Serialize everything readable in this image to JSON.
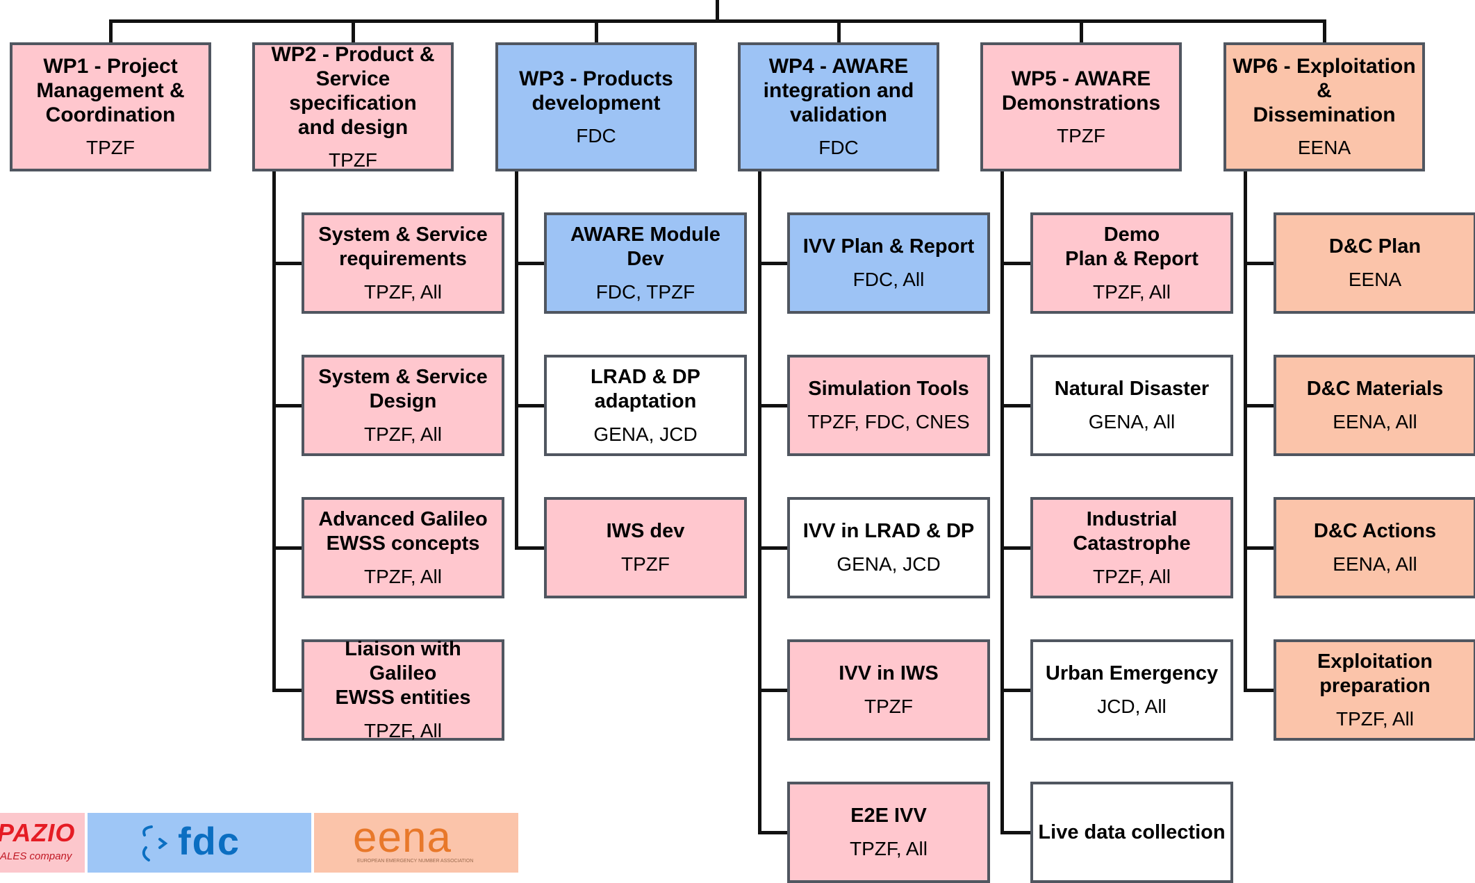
{
  "colors": {
    "pink": "#ffc7ce",
    "blue": "#9dc3f5",
    "orange": "#fbc4aa",
    "white": "#ffffff",
    "border": "#505660",
    "connector": "#111111"
  },
  "wps": [
    {
      "title": "WP1 - Project\nManagement &\nCoordination",
      "owner": "TPZF",
      "color": "pink",
      "tasks": []
    },
    {
      "title": "WP2 - Product &\nService specification\nand design",
      "owner": "TPZF",
      "color": "pink",
      "tasks": [
        {
          "title": "System & Service\nrequirements",
          "owner": "TPZF, All",
          "color": "pink"
        },
        {
          "title": "System & Service\nDesign",
          "owner": "TPZF, All",
          "color": "pink"
        },
        {
          "title": "Advanced Galileo\nEWSS concepts",
          "owner": "TPZF, All",
          "color": "pink"
        },
        {
          "title": "Liaison with Galileo\nEWSS entities",
          "owner": "TPZF, All",
          "color": "pink"
        }
      ]
    },
    {
      "title": "WP3 - Products\ndevelopment",
      "owner": "FDC",
      "color": "blue",
      "tasks": [
        {
          "title": "AWARE Module Dev",
          "owner": "FDC, TPZF",
          "color": "blue"
        },
        {
          "title": "LRAD & DP\nadaptation",
          "owner": "GENA, JCD",
          "color": "white"
        },
        {
          "title": "IWS dev",
          "owner": "TPZF",
          "color": "pink"
        }
      ]
    },
    {
      "title": "WP4 - AWARE\nintegration and\nvalidation",
      "owner": "FDC",
      "color": "blue",
      "tasks": [
        {
          "title": "IVV Plan & Report",
          "owner": "FDC, All",
          "color": "blue"
        },
        {
          "title": "Simulation Tools",
          "owner": "TPZF, FDC, CNES",
          "color": "pink"
        },
        {
          "title": "IVV in LRAD & DP",
          "owner": "GENA, JCD",
          "color": "white"
        },
        {
          "title": "IVV in IWS",
          "owner": "TPZF",
          "color": "pink"
        },
        {
          "title": "E2E IVV",
          "owner": "TPZF, All",
          "color": "pink"
        }
      ]
    },
    {
      "title": "WP5 - AWARE\nDemonstrations",
      "owner": "TPZF",
      "color": "pink",
      "tasks": [
        {
          "title": "Demo\nPlan & Report",
          "owner": "TPZF, All",
          "color": "pink"
        },
        {
          "title": "Natural Disaster",
          "owner": "GENA, All",
          "color": "white"
        },
        {
          "title": "Industrial\nCatastrophe",
          "owner": "TPZF, All",
          "color": "pink"
        },
        {
          "title": "Urban Emergency",
          "owner": "JCD, All",
          "color": "white"
        },
        {
          "title": "Live data collection",
          "owner": "",
          "color": "white"
        }
      ]
    },
    {
      "title": "WP6 - Exploitation &\nDissemination",
      "owner": "EENA",
      "color": "orange",
      "tasks": [
        {
          "title": "D&C Plan",
          "owner": "EENA",
          "color": "orange"
        },
        {
          "title": "D&C Materials",
          "owner": "EENA, All",
          "color": "orange"
        },
        {
          "title": "D&C Actions",
          "owner": "EENA, All",
          "color": "orange"
        },
        {
          "title": "Exploitation\npreparation",
          "owner": "TPZF, All",
          "color": "orange"
        }
      ]
    }
  ],
  "logos": {
    "telespazio_text": "PAZIO",
    "telespazio_sub": "THALES company",
    "fdc_text": "fdc",
    "eena_text": "eena",
    "eena_sub": "EUROPEAN EMERGENCY NUMBER ASSOCIATION"
  }
}
